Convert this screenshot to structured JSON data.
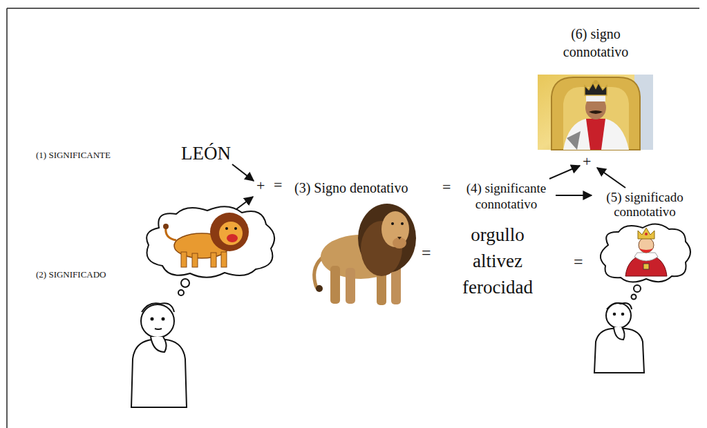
{
  "diagram": {
    "labels": [
      "(6) signo connotativo",
      "(1) SIGNIFICANTE",
      "LEÓN",
      "+",
      "=",
      "(3) Signo denotativo",
      "=",
      "(4) significante connotativo",
      "+",
      "(5) significado connotativo",
      "(2) SIGNIFICADO",
      "=",
      "orgullo altivez ferocidad",
      "="
    ]
  }
}
